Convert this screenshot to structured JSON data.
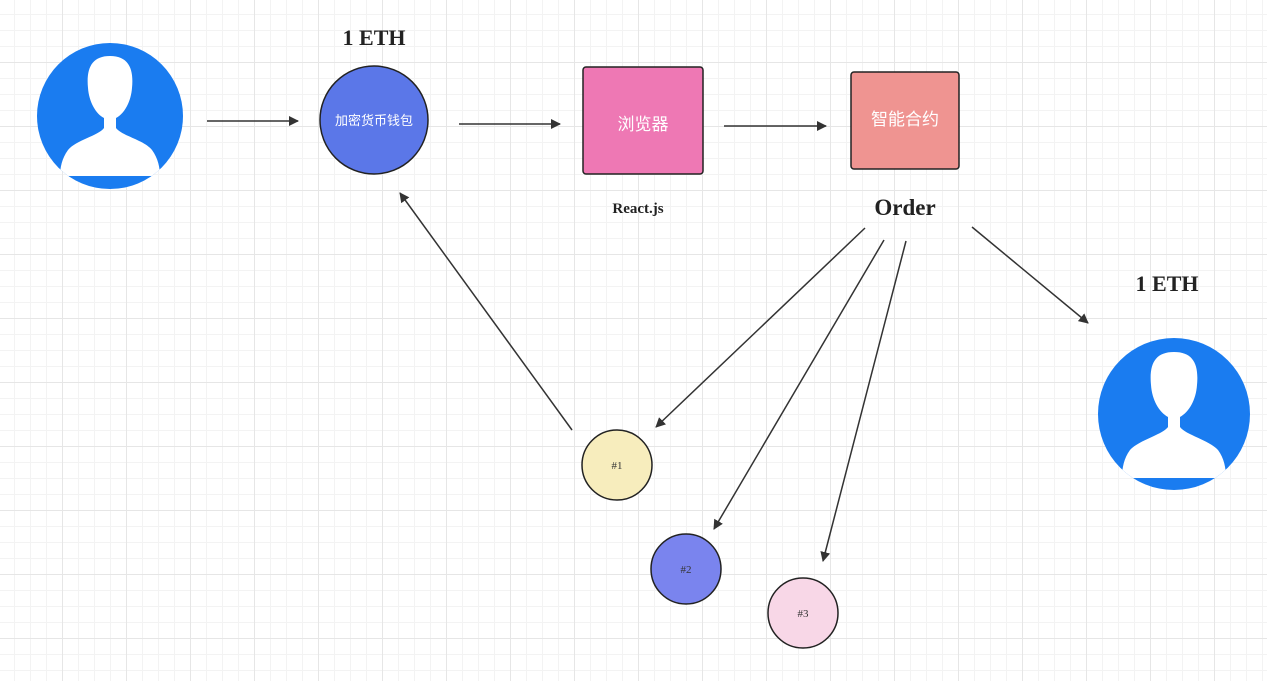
{
  "nodes": {
    "buyer": {
      "icon": "user-avatar-icon",
      "color": "#1a7cf0"
    },
    "wallet": {
      "label": "加密货币钱包",
      "amount": "1 ETH",
      "color": "#5b77e8"
    },
    "browser": {
      "label": "浏览器",
      "caption": "React.js",
      "color": "#ee78b4"
    },
    "contract": {
      "label": "智能合约",
      "caption": "Order",
      "color": "#ef9491"
    },
    "seller": {
      "icon": "user-avatar-icon",
      "amount": "1 ETH",
      "color": "#1a7cf0"
    }
  },
  "orders": [
    {
      "label": "#1",
      "color": "#f7edbd"
    },
    {
      "label": "#2",
      "color": "#7a84ee"
    },
    {
      "label": "#3",
      "color": "#f8d7e7"
    }
  ]
}
